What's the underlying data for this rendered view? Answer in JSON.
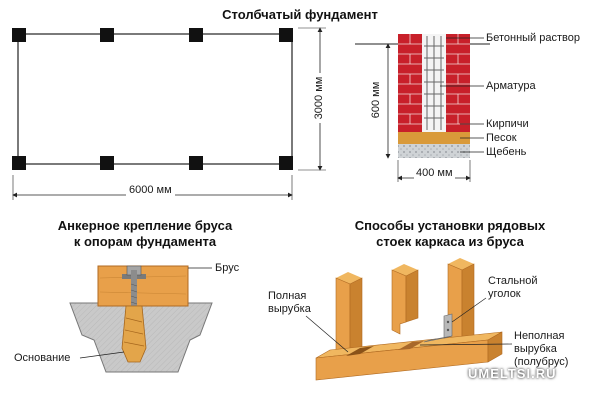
{
  "titles": {
    "main": "Столбчатый фундамент",
    "anchor_line1": "Анкерное крепление бруса",
    "anchor_line2": "к опорам фундамента",
    "methods_line1": "Способы установки рядовых",
    "methods_line2": "стоек каркаса из бруса"
  },
  "plan": {
    "width_label": "6000 мм",
    "height_label": "3000 мм"
  },
  "section": {
    "labels": [
      "Бетонный раствор",
      "Арматура",
      "Кирпичи",
      "Песок",
      "Щебень"
    ],
    "height_label": "600 мм",
    "width_label": "400 мм"
  },
  "anchor": {
    "beam_label": "Брус",
    "base_label": "Основание"
  },
  "methods": {
    "full_cut_line1": "Полная",
    "full_cut_line2": "вырубка",
    "steel_line1": "Стальной",
    "steel_line2": "уголок",
    "partial_line1": "Неполная",
    "partial_line2": "вырубка",
    "partial_line3": "(полубрус)"
  },
  "watermark": "UMELTSI.RU",
  "colors": {
    "brick": "#c8202a",
    "wood": "#e8a04a",
    "wood_dark": "#b06a22",
    "sand": "#d99a3a",
    "gravel": "#cfd3d6",
    "concrete": "#c9c9c9",
    "steel": "#9a9a9a"
  }
}
